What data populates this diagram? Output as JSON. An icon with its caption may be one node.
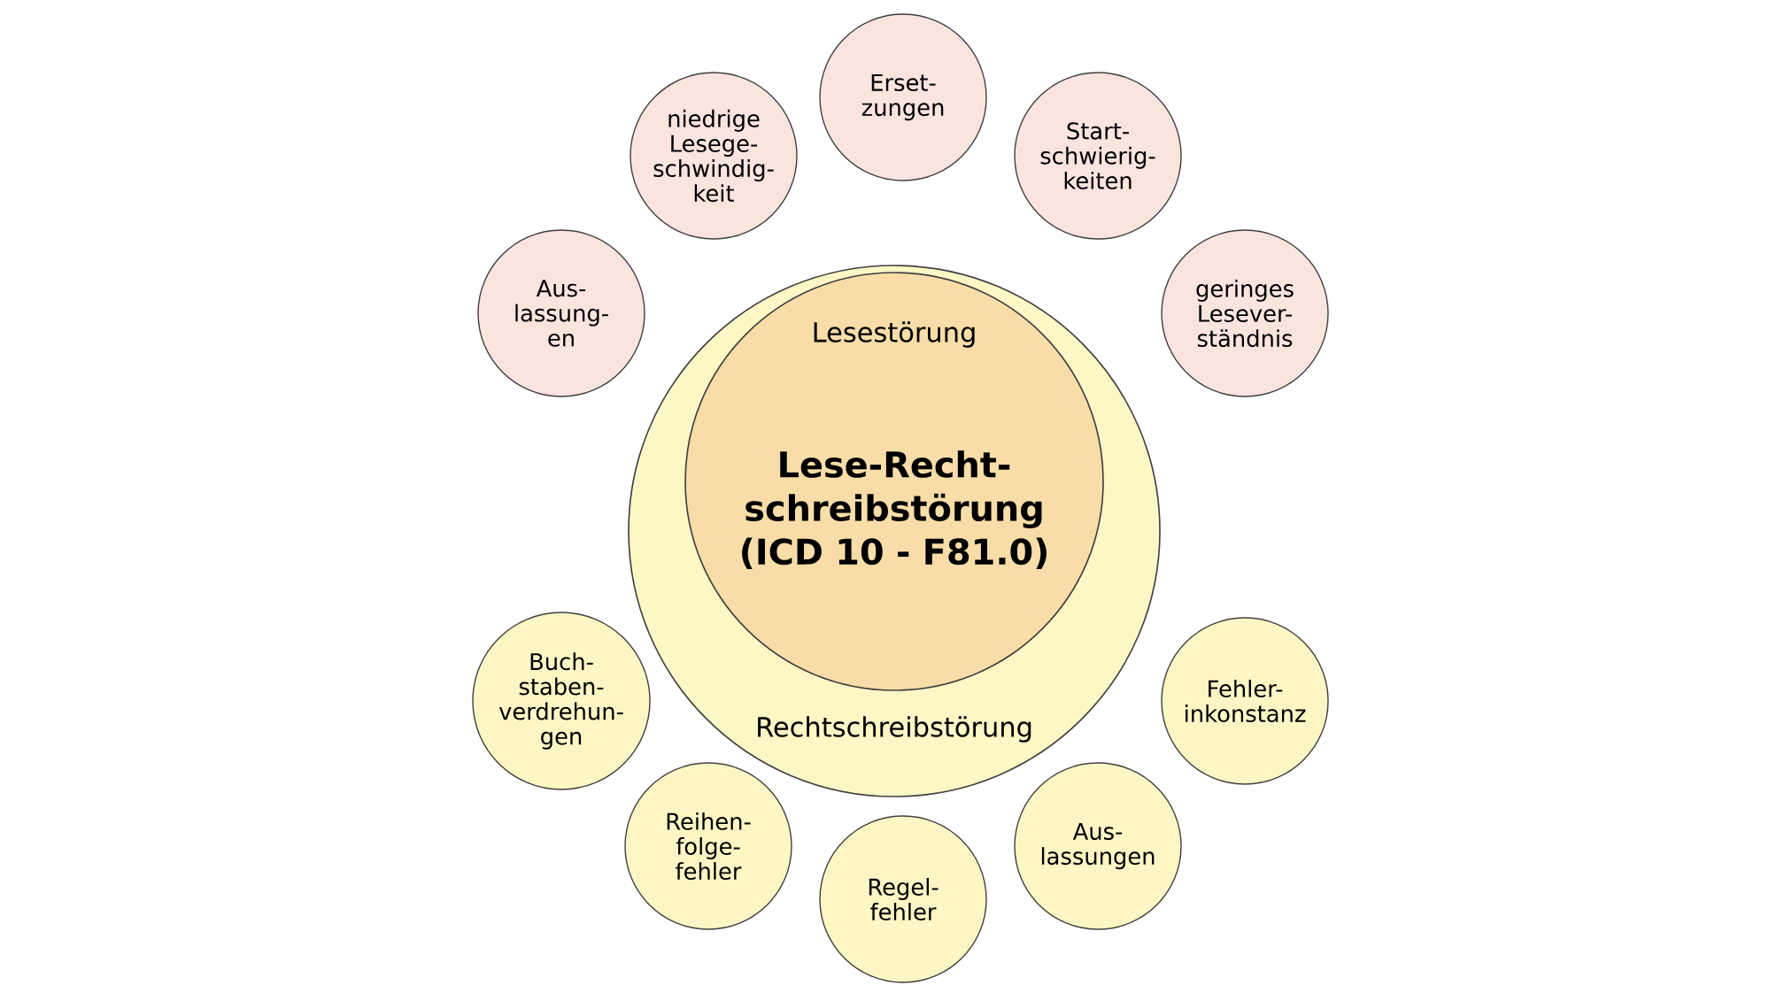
{
  "diagram": {
    "nodes": [
      {
        "text": [
          "Erset- zungen"
        ]
      },
      {
        "text": [
          "niedrige Lesege- schwindig- keit"
        ]
      },
      {
        "text": [
          "Start- schwierig- keiten"
        ]
      },
      {
        "text": [
          "Aus- lassung- en"
        ]
      },
      {
        "text": [
          "geringes Lesever- ständnis"
        ]
      },
      {
        "text": [
          "Rechtschreibstörung"
        ]
      },
      {
        "text": [
          "Lesestörung"
        ],
        "in": 5
      },
      {
        "text": [
          "Buch- staben- verdrehun- gen"
        ]
      },
      {
        "text": [
          "Fehler- inkonstanz"
        ]
      },
      {
        "text": [
          "Reihen- folge- fehler"
        ]
      },
      {
        "text": [
          "Aus- lassungen"
        ]
      },
      {
        "text": [
          "Regel- fehler"
        ]
      }
    ],
    "labels": [
      "Lese-Recht- schreibstörung (ICD 10 - F81.0)"
    ]
  }
}
